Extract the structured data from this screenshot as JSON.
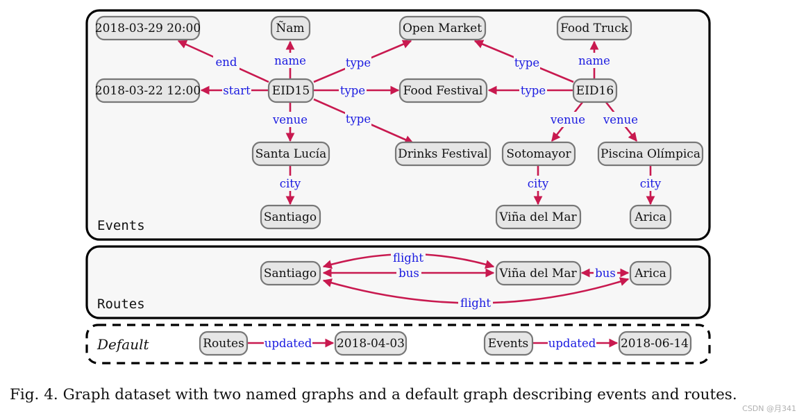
{
  "graphs": {
    "events": {
      "label": "Events"
    },
    "routes": {
      "label": "Routes"
    },
    "default": {
      "label": "Default"
    }
  },
  "nodes": {
    "date_end": "2018-03-29 20:00",
    "nam": "Ñam",
    "open_market": "Open Market",
    "food_truck": "Food Truck",
    "date_start": "2018-03-22 12:00",
    "eid15": "EID15",
    "food_festival": "Food Festival",
    "eid16": "EID16",
    "santa_lucia": "Santa Lucía",
    "drinks_festival": "Drinks Festival",
    "sotomayor": "Sotomayor",
    "piscina": "Piscina Olímpica",
    "santiago_events": "Santiago",
    "vina_events": "Viña del Mar",
    "arica_events": "Arica",
    "santiago_routes": "Santiago",
    "vina_routes": "Viña del Mar",
    "arica_routes": "Arica",
    "routes_node": "Routes",
    "date_routes": "2018-04-03",
    "events_node": "Events",
    "date_events": "2018-06-14"
  },
  "edges": {
    "end": "end",
    "start": "start",
    "name15": "name",
    "type_om15": "type",
    "type_ff15": "type",
    "type_df15": "type",
    "venue15": "venue",
    "type_om16": "type",
    "type_ff16": "type",
    "name16": "name",
    "venue16a": "venue",
    "venue16b": "venue",
    "city_sl": "city",
    "city_so": "city",
    "city_pi": "city",
    "flight_sv": "flight",
    "bus_sv": "bus",
    "bus_va": "bus",
    "flight_sa": "flight",
    "updated_r": "updated",
    "updated_e": "updated"
  },
  "caption": "Fig. 4.  Graph dataset with two named graphs and a default graph describing events and routes.",
  "watermark": "CSDN @月341",
  "colors": {
    "edge": "#c8194f",
    "edge_label": "#1a1ae0",
    "node_fill": "#e6e6e6",
    "node_stroke": "#777777",
    "graph_fill": "#f7f7f7"
  }
}
